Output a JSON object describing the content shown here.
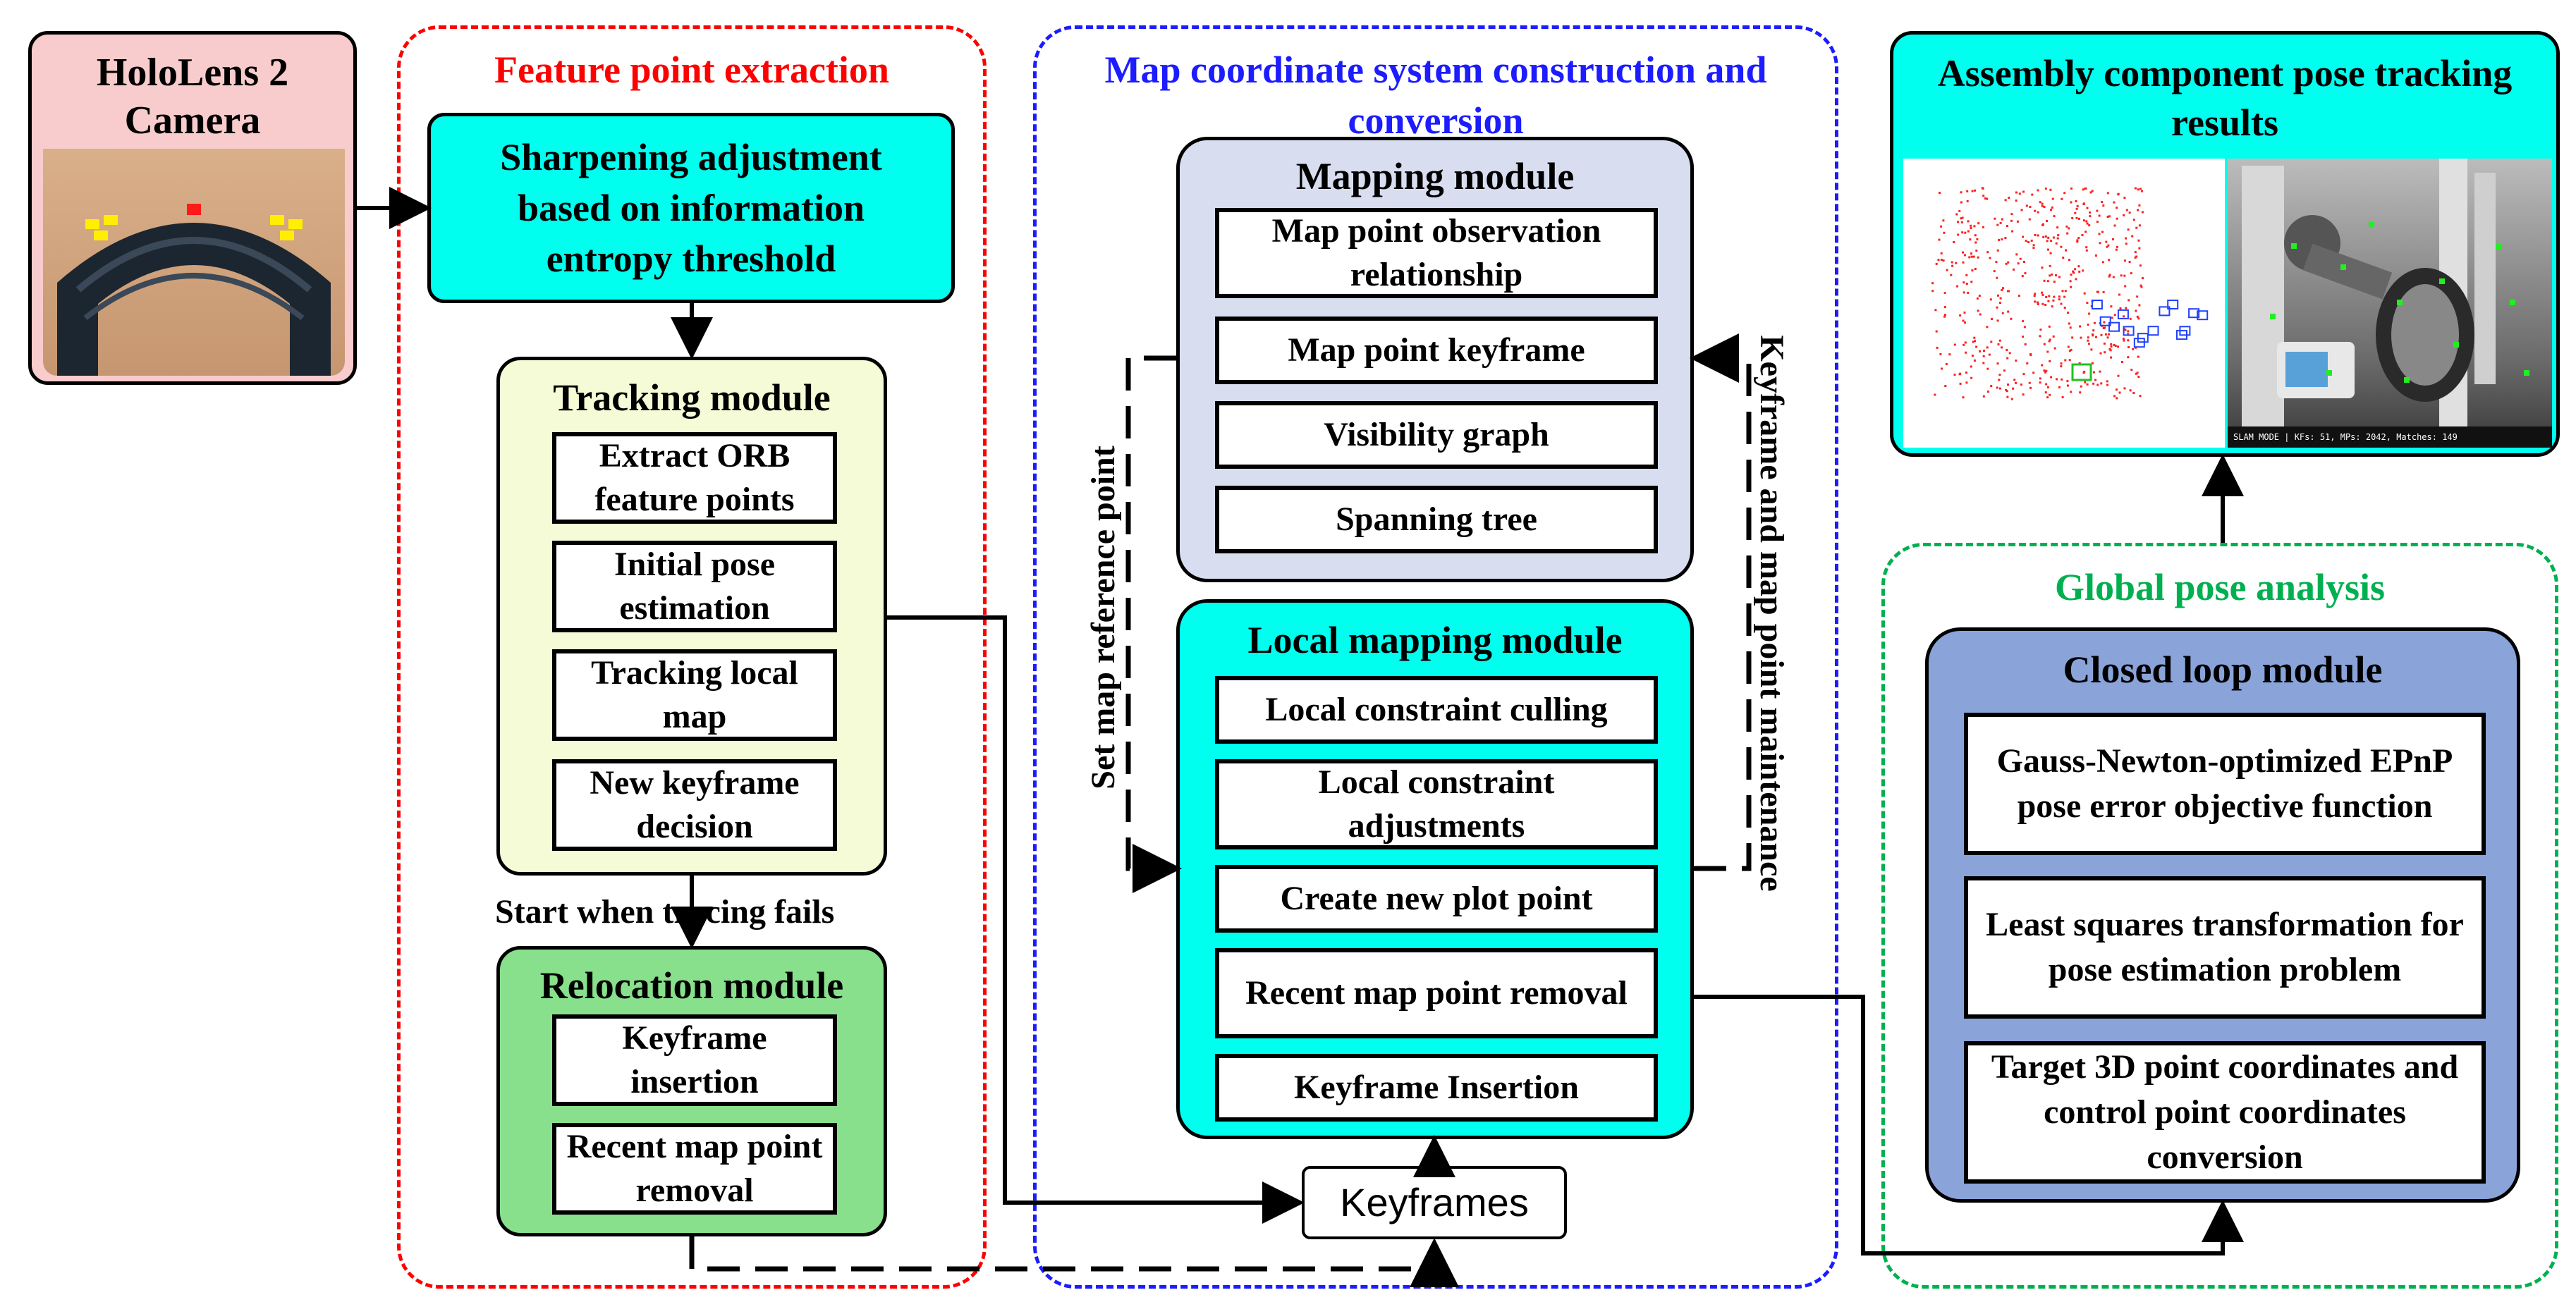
{
  "camera": {
    "title": "HoloLens 2 Camera"
  },
  "feature_region": {
    "title": "Feature point extraction",
    "color": "#ff0000"
  },
  "map_region": {
    "title": "Map coordinate system construction and conversion",
    "color": "#1c1cff"
  },
  "global_region": {
    "title": "Global pose analysis",
    "color": "#00b050"
  },
  "sharpening": {
    "label": "Sharpening adjustment based on information entropy threshold"
  },
  "tracking": {
    "title": "Tracking module",
    "items": [
      "Extract ORB feature points",
      "Initial pose estimation",
      "Tracking local map",
      "New keyframe decision"
    ]
  },
  "relocation": {
    "title": "Relocation module",
    "items": [
      "Keyframe insertion",
      "Recent map point removal"
    ]
  },
  "start_when_fails": "Start when  tracing fails",
  "mapping": {
    "title": "Mapping module",
    "items": [
      "Map point observation relationship",
      "Map point keyframe",
      "Visibility graph",
      "Spanning tree"
    ]
  },
  "local_mapping": {
    "title": "Local mapping module",
    "items": [
      "Local constraint culling",
      "Local constraint adjustments",
      "Create new plot point",
      "Recent map point removal",
      "Keyframe Insertion"
    ]
  },
  "keyframes": {
    "label": "Keyframes"
  },
  "set_map_reference": "Set map reference point",
  "keyframe_maintenance": "Keyframe and map point maintenance",
  "results": {
    "title": "Assembly component pose tracking results",
    "status_text": "SLAM MODE  |  KFs: 51, MPs: 2042, Matches: 149"
  },
  "closed_loop": {
    "title": "Closed loop module",
    "items": [
      "Gauss-Newton-optimized EPnP pose error objective function",
      "Least squares transformation for pose estimation problem",
      "Target 3D point coordinates and control point coordinates conversion"
    ]
  },
  "colors": {
    "camera_bg": "#f8cccc",
    "cyan": "#00ffee",
    "tracking_bg": "#f4fbd6",
    "relocation_bg": "#88e08c",
    "mapping_bg": "#d8def0",
    "closed_loop_bg": "#8aa4da"
  }
}
